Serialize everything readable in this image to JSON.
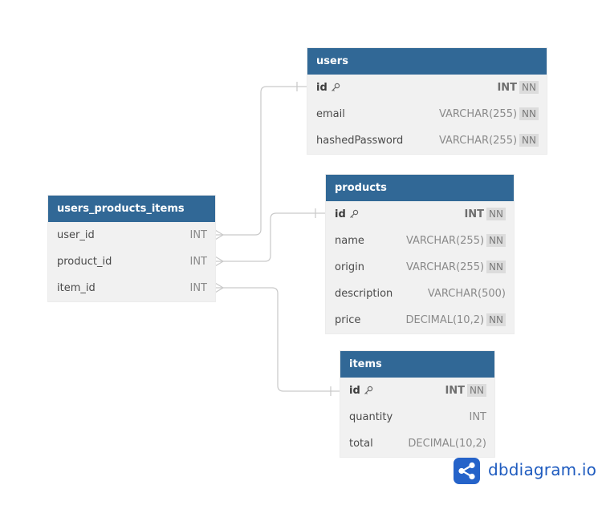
{
  "tables": {
    "users": {
      "name": "users",
      "fields": [
        {
          "name": "id",
          "type": "INT",
          "nn": "NN",
          "pk": true
        },
        {
          "name": "email",
          "type": "VARCHAR(255)",
          "nn": "NN"
        },
        {
          "name": "hashedPassword",
          "type": "VARCHAR(255)",
          "nn": "NN"
        }
      ]
    },
    "products": {
      "name": "products",
      "fields": [
        {
          "name": "id",
          "type": "INT",
          "nn": "NN",
          "pk": true
        },
        {
          "name": "name",
          "type": "VARCHAR(255)",
          "nn": "NN"
        },
        {
          "name": "origin",
          "type": "VARCHAR(255)",
          "nn": "NN"
        },
        {
          "name": "description",
          "type": "VARCHAR(500)"
        },
        {
          "name": "price",
          "type": "DECIMAL(10,2)",
          "nn": "NN"
        }
      ]
    },
    "users_products_items": {
      "name": "users_products_items",
      "fields": [
        {
          "name": "user_id",
          "type": "INT"
        },
        {
          "name": "product_id",
          "type": "INT"
        },
        {
          "name": "item_id",
          "type": "INT"
        }
      ]
    },
    "items": {
      "name": "items",
      "fields": [
        {
          "name": "id",
          "type": "INT",
          "nn": "NN",
          "pk": true
        },
        {
          "name": "quantity",
          "type": "INT"
        },
        {
          "name": "total",
          "type": "DECIMAL(10,2)"
        }
      ]
    }
  },
  "relations": [
    {
      "from": "users_products_items.user_id",
      "to": "users.id",
      "from_card": "many",
      "to_card": "one"
    },
    {
      "from": "users_products_items.product_id",
      "to": "products.id",
      "from_card": "many",
      "to_card": "one"
    },
    {
      "from": "users_products_items.item_id",
      "to": "items.id",
      "from_card": "many",
      "to_card": "one"
    }
  ],
  "brand": {
    "text": "dbdiagram.io",
    "icon": "share-nodes-icon"
  },
  "colors": {
    "header": "#316896",
    "body": "#f1f1f1",
    "line": "#c8c8c8",
    "brand": "#2563c9"
  }
}
